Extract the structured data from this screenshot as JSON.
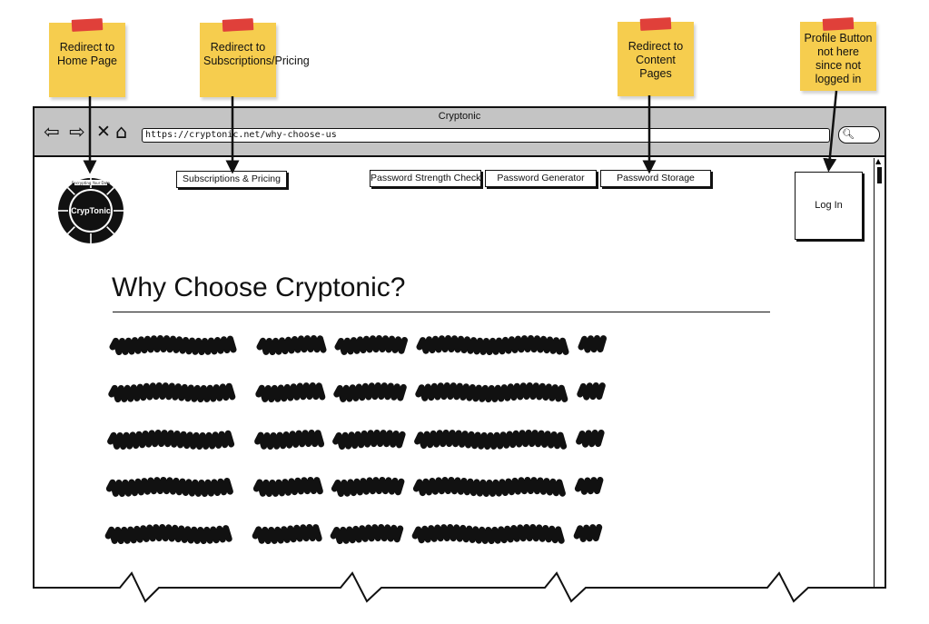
{
  "annotations": [
    {
      "text": "Redirect to Home Page"
    },
    {
      "text": "Redirect to Subscriptions/Pricing"
    },
    {
      "text": "Redirect to Content Pages"
    },
    {
      "text": "Profile Button not here since not logged in"
    }
  ],
  "browser": {
    "title": "Cryptonic",
    "url": "https://cryptonic.net/why-choose-us"
  },
  "icons": {
    "back": "back-arrow-icon",
    "forward": "forward-arrow-icon",
    "stop": "close-icon",
    "home": "home-icon",
    "search": "search-icon"
  },
  "logo": {
    "brand": "CrypTonic",
    "ring_text": "Encrypting Your Data"
  },
  "nav": {
    "subscriptions": "Subscriptions & Pricing",
    "strength_check": "Password Strength Check",
    "generator": "Password Generator",
    "storage": "Password Storage"
  },
  "account": {
    "login": "Log In"
  },
  "main": {
    "title": "Why Choose Cryptonic?",
    "paragraph_lines": 5
  },
  "colors": {
    "sticky_note": "#f6cd4e",
    "sticky_tape": "#e0403a",
    "chrome": "#c4c4c4",
    "ink": "#111111"
  }
}
